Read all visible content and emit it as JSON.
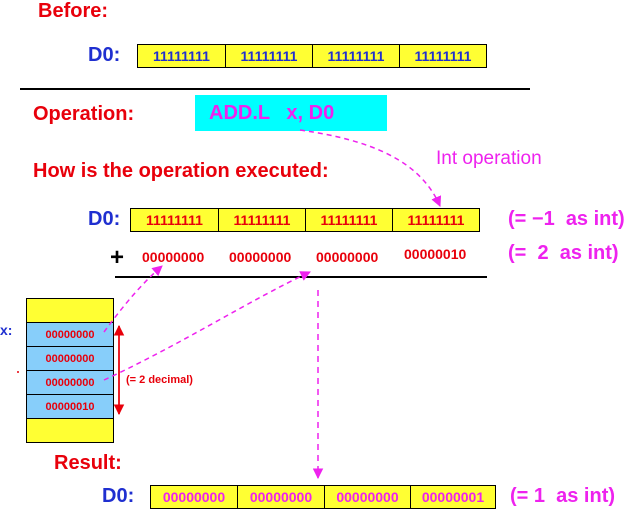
{
  "before": {
    "title": "Before:",
    "reg_label": "D0:",
    "reg_cells": [
      "11111111",
      "11111111",
      "11111111",
      "11111111"
    ]
  },
  "operation": {
    "label": "Operation:",
    "instruction": "ADD.L   x, D0"
  },
  "execution": {
    "question": "How is the operation executed:",
    "int_op_label": "Int operation",
    "reg_label": "D0:",
    "reg_cells": [
      "11111111",
      "11111111",
      "11111111",
      "11111111"
    ],
    "reg_value_note": "(= −1  as int)",
    "plus": "+",
    "operand_bytes": [
      "00000000",
      "00000000",
      "00000000",
      "00000010"
    ],
    "operand_value_note": "(=  2  as int)"
  },
  "memory": {
    "label": "x:",
    "cells": [
      "00000000",
      "00000000",
      "00000000",
      "00000010"
    ],
    "note": "(= 2 decimal)"
  },
  "result": {
    "title": "Result:",
    "reg_label": "D0:",
    "reg_cells": [
      "00000000",
      "00000000",
      "00000000",
      "00000001"
    ],
    "value_note": "(= 1  as int)"
  },
  "colors": {
    "register_fill": "#ffff33",
    "memory_fill": "#87cefa",
    "instruction_fill": "#00ffff",
    "title_red": "#e8000b",
    "register_blue": "#1f2fd0",
    "accent_magenta": "#ee22ee"
  }
}
